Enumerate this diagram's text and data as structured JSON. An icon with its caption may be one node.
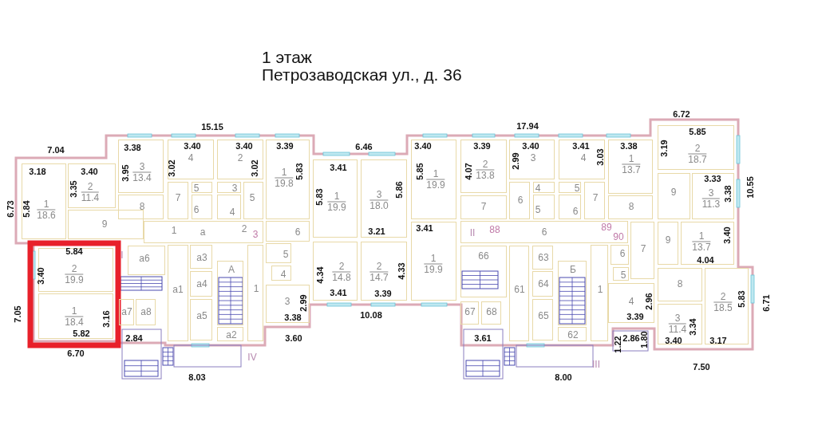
{
  "diagram": {
    "title": "1 этаж",
    "nodes": [
      {
        "text": [
          "1",
          "18.6"
        ]
      },
      {
        "text": [
          "2",
          "11.4"
        ]
      },
      {
        "text": [
          "9"
        ]
      },
      {
        "text": [
          "3",
          "13.4"
        ]
      },
      {
        "text": [
          "8"
        ]
      },
      {
        "text": [
          "4"
        ]
      },
      {
        "text": [
          "2"
        ]
      },
      {
        "text": [
          "1",
          "19.8"
        ]
      },
      {
        "text": [
          "7"
        ]
      },
      {
        "text": [
          "5"
        ]
      },
      {
        "text": [
          "6"
        ]
      },
      {
        "text": [
          "3"
        ]
      },
      {
        "text": [
          "4"
        ]
      },
      {
        "text": [
          "5"
        ]
      },
      {
        "text": [
          "1",
          "19.9"
        ]
      },
      {
        "text": [
          "3",
          "18.0"
        ]
      },
      {
        "text": [
          "1",
          "19.9"
        ]
      },
      {
        "text": [
          "2",
          "13.8"
        ]
      },
      {
        "text": [
          "3"
        ]
      },
      {
        "text": [
          "4"
        ]
      },
      {
        "text": [
          "1",
          "13.7"
        ]
      },
      {
        "text": [
          "2",
          "18.7"
        ]
      },
      {
        "text": [
          "7"
        ]
      },
      {
        "text": [
          "6"
        ]
      },
      {
        "text": [
          "4"
        ]
      },
      {
        "text": [
          "5"
        ]
      },
      {
        "text": [
          "5"
        ]
      },
      {
        "text": [
          "6"
        ]
      },
      {
        "text": [
          "7"
        ]
      },
      {
        "text": [
          "8"
        ]
      },
      {
        "text": [
          "9"
        ]
      },
      {
        "text": [
          "3",
          "11.3"
        ]
      },
      {
        "text": [
          "а"
        ]
      },
      {
        "text": [
          "6"
        ]
      },
      {
        "text": [
          "1",
          "19.9"
        ]
      },
      {
        "text": [
          "6"
        ]
      },
      {
        "text": [
          "7"
        ]
      },
      {
        "text": [
          "9"
        ]
      },
      {
        "text": [
          "1",
          "13.7"
        ]
      },
      {
        "text": [
          "а6"
        ]
      },
      {
        "text": [
          "2",
          "19.9"
        ]
      },
      {
        "text": [
          "а1"
        ]
      },
      {
        "text": [
          "а3"
        ]
      },
      {
        "text": [
          "а4"
        ]
      },
      {
        "text": [
          "а5"
        ]
      },
      {
        "text": [
          "А"
        ]
      },
      {
        "text": [
          "1"
        ]
      },
      {
        "text": [
          "5"
        ]
      },
      {
        "text": [
          "4"
        ]
      },
      {
        "text": [
          "2",
          "14.8"
        ]
      },
      {
        "text": [
          "2",
          "14.7"
        ]
      },
      {
        "text": [
          "66"
        ]
      },
      {
        "text": [
          "61"
        ]
      },
      {
        "text": [
          "63"
        ]
      },
      {
        "text": [
          "64"
        ]
      },
      {
        "text": [
          "65"
        ]
      },
      {
        "text": [
          "Б"
        ]
      },
      {
        "text": [
          "1"
        ]
      },
      {
        "text": [
          "6"
        ]
      },
      {
        "text": [
          "5"
        ]
      },
      {
        "text": [
          "8"
        ]
      },
      {
        "text": [
          "2",
          "18.5"
        ]
      },
      {
        "text": [
          "3"
        ]
      },
      {
        "text": [
          "1",
          "18.4"
        ]
      },
      {
        "text": [
          "а7"
        ]
      },
      {
        "text": [
          "а8"
        ]
      },
      {
        "text": [
          "67"
        ]
      },
      {
        "text": [
          "68"
        ]
      },
      {
        "text": [
          "4"
        ]
      },
      {
        "text": [
          "а2"
        ]
      },
      {
        "text": [
          "62"
        ]
      },
      {
        "text": [
          "3",
          "11.4"
        ]
      }
    ],
    "labels": [
      "Петрозаводская ул., д. 36",
      "6.72",
      "15.15",
      "17.94",
      "5.85",
      "7.04",
      "3.38",
      "3.40",
      "3.40",
      "3.39",
      "6.46",
      "3.40",
      "3.39",
      "3.40",
      "3.41",
      "3.38",
      "3.19",
      "3.18",
      "3.40",
      "3.95",
      "3.02",
      "3.02",
      "5.83",
      "3.41",
      "5.85",
      "4.07",
      "2.99",
      "3.03",
      "6.73",
      "5.84",
      "3.35",
      "5.83",
      "5.86",
      "3.33",
      "3.38",
      "10.55",
      "1",
      "2",
      "3",
      "3.21",
      "3.41",
      "II",
      "88",
      "89",
      "90",
      "3.40",
      "3.40",
      "5.84",
      "I",
      "4.34",
      "4.33",
      "4.04",
      "7.05",
      "3.16",
      "3.38",
      "2.99",
      "3.41",
      "10.08",
      "3.39",
      "3.39",
      "2.96",
      "5.83",
      "6.71",
      "5.82",
      "2.84",
      "3.60",
      "3.61",
      "1.22",
      "2.86",
      "1.80",
      "3.40",
      "3.34",
      "3.17",
      "6.70",
      "IV",
      "III",
      "7.50",
      "8.03",
      "8.00"
    ]
  }
}
